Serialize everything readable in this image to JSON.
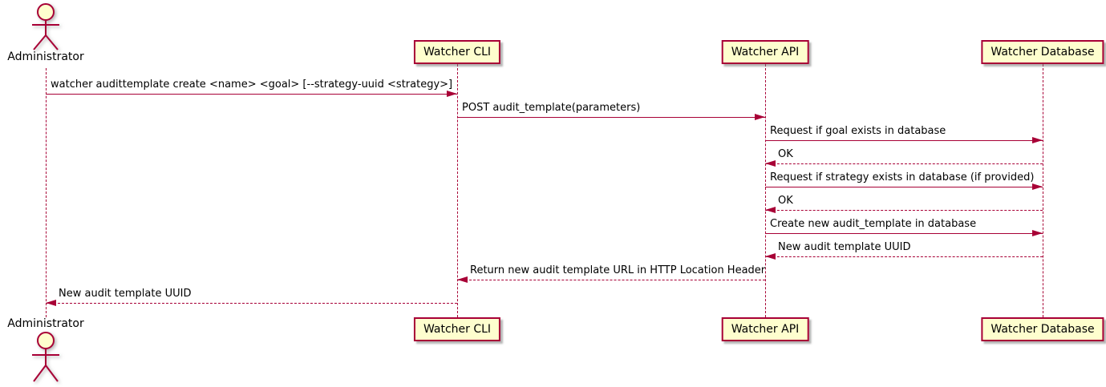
{
  "diagram_type": "sequence",
  "actor": {
    "id": "admin",
    "name": "Administrator"
  },
  "participants": [
    {
      "id": "cli",
      "label": "Watcher CLI"
    },
    {
      "id": "api",
      "label": "Watcher API"
    },
    {
      "id": "db",
      "label": "Watcher Database"
    }
  ],
  "messages": [
    {
      "from": "admin",
      "to": "cli",
      "style": "solid",
      "label": "watcher audittemplate create <name> <goal> [--strategy-uuid <strategy>]"
    },
    {
      "from": "cli",
      "to": "api",
      "style": "solid",
      "label": "POST audit_template(parameters)"
    },
    {
      "from": "api",
      "to": "db",
      "style": "solid",
      "label": "Request if goal exists in database"
    },
    {
      "from": "db",
      "to": "api",
      "style": "dashed",
      "label": "OK"
    },
    {
      "from": "api",
      "to": "db",
      "style": "solid",
      "label": "Request if strategy exists in database (if provided)"
    },
    {
      "from": "db",
      "to": "api",
      "style": "dashed",
      "label": "OK"
    },
    {
      "from": "api",
      "to": "db",
      "style": "solid",
      "label": "Create new audit_template in database"
    },
    {
      "from": "db",
      "to": "api",
      "style": "dashed",
      "label": "New audit template UUID"
    },
    {
      "from": "api",
      "to": "cli",
      "style": "dashed",
      "label": "Return new audit template URL in HTTP Location Header"
    },
    {
      "from": "cli",
      "to": "admin",
      "style": "dashed",
      "label": "New audit template UUID"
    }
  ],
  "colors": {
    "line": "#A80036",
    "participant_fill": "#FEFECE",
    "text": "#000000",
    "background": "#FFFFFF"
  }
}
